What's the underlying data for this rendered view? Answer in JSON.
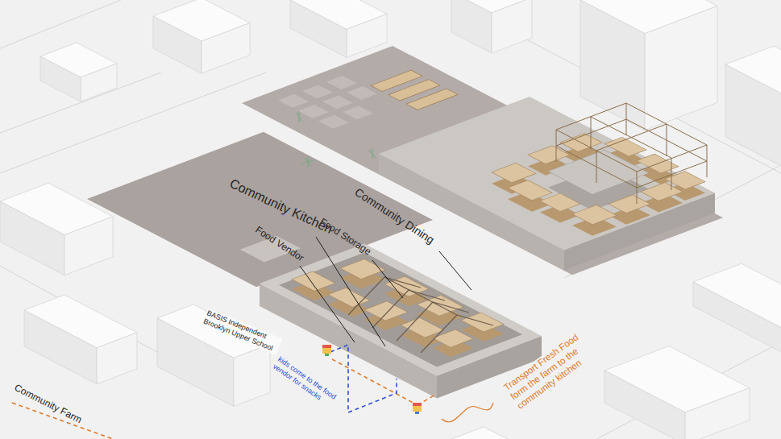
{
  "diagram": {
    "labels": [
      "Community Kitchen",
      "Food Storage",
      "Food Vendor",
      "Community Dining",
      "BASIS Independent Brooklyn Upper School",
      "kids come to the food vendor for snacks",
      "Transport Fresh Food form the farm to the community kitchen",
      "Community Farm"
    ]
  }
}
